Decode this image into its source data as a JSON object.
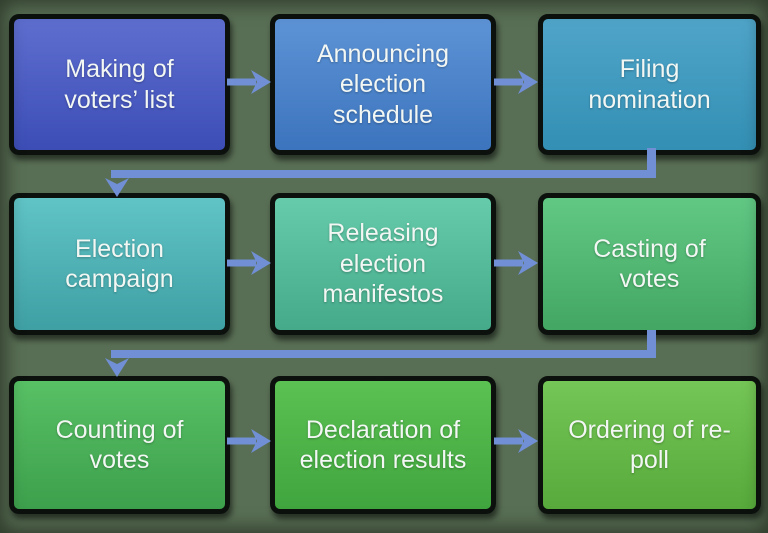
{
  "canvas": {
    "background": "#596f55",
    "arrow_color": "#708fd4",
    "text_color": "#f2f7f4",
    "box_border_color": "#0c110e"
  },
  "boxes": [
    {
      "id": "making-voters-list",
      "label": "Making of\nvoters’ list",
      "color_top": "#5e6ecf",
      "color_bottom": "#3c4db6"
    },
    {
      "id": "announcing-election-schedule",
      "label": "Announcing\nelection\nschedule",
      "color_top": "#5d93d6",
      "color_bottom": "#3c74bd"
    },
    {
      "id": "filing-nomination",
      "label": "Filing\nnomination",
      "color_top": "#4fa5c9",
      "color_bottom": "#338fb4"
    },
    {
      "id": "election-campaign",
      "label": "Election\ncampaign",
      "color_top": "#60c3c5",
      "color_bottom": "#3fa0a4"
    },
    {
      "id": "releasing-election-manifestos",
      "label": "Releasing\nelection\nmanifestos",
      "color_top": "#65cbaa",
      "color_bottom": "#45aa89"
    },
    {
      "id": "casting-of-votes",
      "label": "Casting of\nvotes",
      "color_top": "#61c884",
      "color_bottom": "#43a763"
    },
    {
      "id": "counting-of-votes",
      "label": "Counting of\nvotes",
      "color_top": "#58c065",
      "color_bottom": "#3da04c"
    },
    {
      "id": "declaration-of-election-results",
      "label": "Declaration of\nelection results",
      "color_top": "#5bc152",
      "color_bottom": "#40a53e"
    },
    {
      "id": "ordering-of-re-poll",
      "label": "Ordering of re-\npoll",
      "color_top": "#74c656",
      "color_bottom": "#57aa3b"
    }
  ],
  "connections": [
    {
      "from": "making-voters-list",
      "to": "announcing-election-schedule",
      "type": "arrow-right"
    },
    {
      "from": "announcing-election-schedule",
      "to": "filing-nomination",
      "type": "arrow-right"
    },
    {
      "from": "filing-nomination",
      "to": "election-campaign",
      "type": "wrap-down"
    },
    {
      "from": "election-campaign",
      "to": "releasing-election-manifestos",
      "type": "arrow-right"
    },
    {
      "from": "releasing-election-manifestos",
      "to": "casting-of-votes",
      "type": "arrow-right"
    },
    {
      "from": "casting-of-votes",
      "to": "counting-of-votes",
      "type": "wrap-down"
    },
    {
      "from": "counting-of-votes",
      "to": "declaration-of-election-results",
      "type": "arrow-right"
    },
    {
      "from": "declaration-of-election-results",
      "to": "ordering-of-re-poll",
      "type": "arrow-right"
    }
  ]
}
